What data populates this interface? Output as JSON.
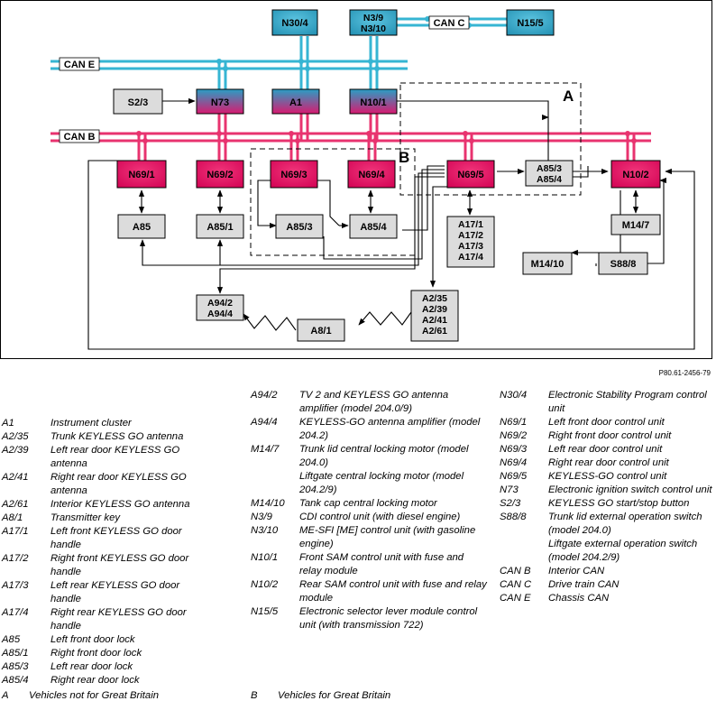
{
  "doc_ref": "P80.61-2456-79",
  "colors": {
    "can_e": "#36b5d3",
    "can_b": "#e8336f",
    "box_cyan": "#2c9ec0",
    "box_magenta": "#e0115a",
    "box_grey": "#dcdcdc"
  },
  "diagram": {
    "region_labels": {
      "a": "A",
      "b": "B"
    },
    "buses": {
      "can_e": "CAN E",
      "can_b": "CAN B",
      "can_c": "CAN C"
    },
    "nodes": {
      "n30_4": "N30/4",
      "n3_9": "N3/9",
      "n3_10": "N3/10",
      "n15_5": "N15/5",
      "s2_3": "S2/3",
      "n73": "N73",
      "a1": "A1",
      "n10_1": "N10/1",
      "n69_1": "N69/1",
      "n69_2": "N69/2",
      "n69_3": "N69/3",
      "n69_4": "N69/4",
      "n69_5": "N69/5",
      "a85_3_top": "A85/3",
      "a85_4_top": "A85/4",
      "n10_2": "N10/2",
      "a85": "A85",
      "a85_1": "A85/1",
      "a85_3": "A85/3",
      "a85_4": "A85/4",
      "a17_1": "A17/1",
      "a17_2": "A17/2",
      "a17_3": "A17/3",
      "a17_4": "A17/4",
      "m14_7": "M14/7",
      "m14_10": "M14/10",
      "s88_8": "S88/8",
      "a94_2": "A94/2",
      "a94_4": "A94/4",
      "a8_1": "A8/1",
      "a2_35": "A2/35",
      "a2_39": "A2/39",
      "a2_41": "A2/41",
      "a2_61": "A2/61"
    }
  },
  "legend": {
    "col1": [
      {
        "code": "A1",
        "desc": "Instrument cluster"
      },
      {
        "code": "A2/35",
        "desc": "Trunk KEYLESS GO antenna"
      },
      {
        "code": "A2/39",
        "desc": "Left rear door KEYLESS GO antenna"
      },
      {
        "code": "A2/41",
        "desc": "Right rear door KEYLESS GO antenna"
      },
      {
        "code": "A2/61",
        "desc": "Interior KEYLESS GO antenna"
      },
      {
        "code": "A8/1",
        "desc": "Transmitter key"
      },
      {
        "code": "A17/1",
        "desc": "Left front KEYLESS GO door handle"
      },
      {
        "code": "A17/2",
        "desc": "Right front KEYLESS GO door handle"
      },
      {
        "code": "A17/3",
        "desc": "Left rear KEYLESS GO door handle"
      },
      {
        "code": "A17/4",
        "desc": "Right rear KEYLESS GO door handle"
      },
      {
        "code": "A85",
        "desc": "Left front door lock"
      },
      {
        "code": "A85/1",
        "desc": "Right front door lock"
      },
      {
        "code": "A85/3",
        "desc": "Left rear door lock"
      },
      {
        "code": "A85/4",
        "desc": "Right rear door lock"
      }
    ],
    "col2": [
      {
        "code": "A94/2",
        "desc": "TV 2 and KEYLESS GO antenna amplifier (model 204.0/9)"
      },
      {
        "code": "A94/4",
        "desc": "KEYLESS-GO antenna amplifier (model 204.2)"
      },
      {
        "code": "M14/7",
        "desc": "Trunk lid central locking motor (model 204.0)"
      },
      {
        "code": "",
        "desc": "Liftgate central locking motor (model 204.2/9)"
      },
      {
        "code": "M14/10",
        "desc": "Tank cap central locking motor"
      },
      {
        "code": "N3/9",
        "desc": "CDI control unit (with diesel engine)"
      },
      {
        "code": "N3/10",
        "desc": "ME-SFI [ME] control unit (with gasoline engine)"
      },
      {
        "code": "N10/1",
        "desc": "Front SAM control unit with fuse and relay module"
      },
      {
        "code": "N10/2",
        "desc": "Rear SAM control unit with fuse and relay module"
      },
      {
        "code": "N15/5",
        "desc": "Electronic selector lever module control unit (with transmission 722)"
      }
    ],
    "col3": [
      {
        "code": "N30/4",
        "desc": "Electronic Stability Program control unit"
      },
      {
        "code": "N69/1",
        "desc": "Left front door control unit"
      },
      {
        "code": "N69/2",
        "desc": "Right front door control unit"
      },
      {
        "code": "N69/3",
        "desc": "Left rear door control unit"
      },
      {
        "code": "N69/4",
        "desc": "Right rear door control unit"
      },
      {
        "code": "N69/5",
        "desc": "KEYLESS-GO control unit"
      },
      {
        "code": "N73",
        "desc": "Electronic ignition switch control unit"
      },
      {
        "code": "S2/3",
        "desc": "KEYLESS GO start/stop button"
      },
      {
        "code": "S88/8",
        "desc": "Trunk lid external operation switch (model 204.0)"
      },
      {
        "code": "",
        "desc": "Liftgate external operation switch (model 204.2/9)"
      },
      {
        "code": "CAN B",
        "desc": "Interior CAN"
      },
      {
        "code": "CAN C",
        "desc": "Drive train CAN"
      },
      {
        "code": "CAN E",
        "desc": "Chassis CAN"
      }
    ],
    "footnotes": [
      {
        "code": "A",
        "desc": "Vehicles not for Great Britain"
      },
      {
        "code": "B",
        "desc": "Vehicles for Great Britain"
      }
    ]
  }
}
